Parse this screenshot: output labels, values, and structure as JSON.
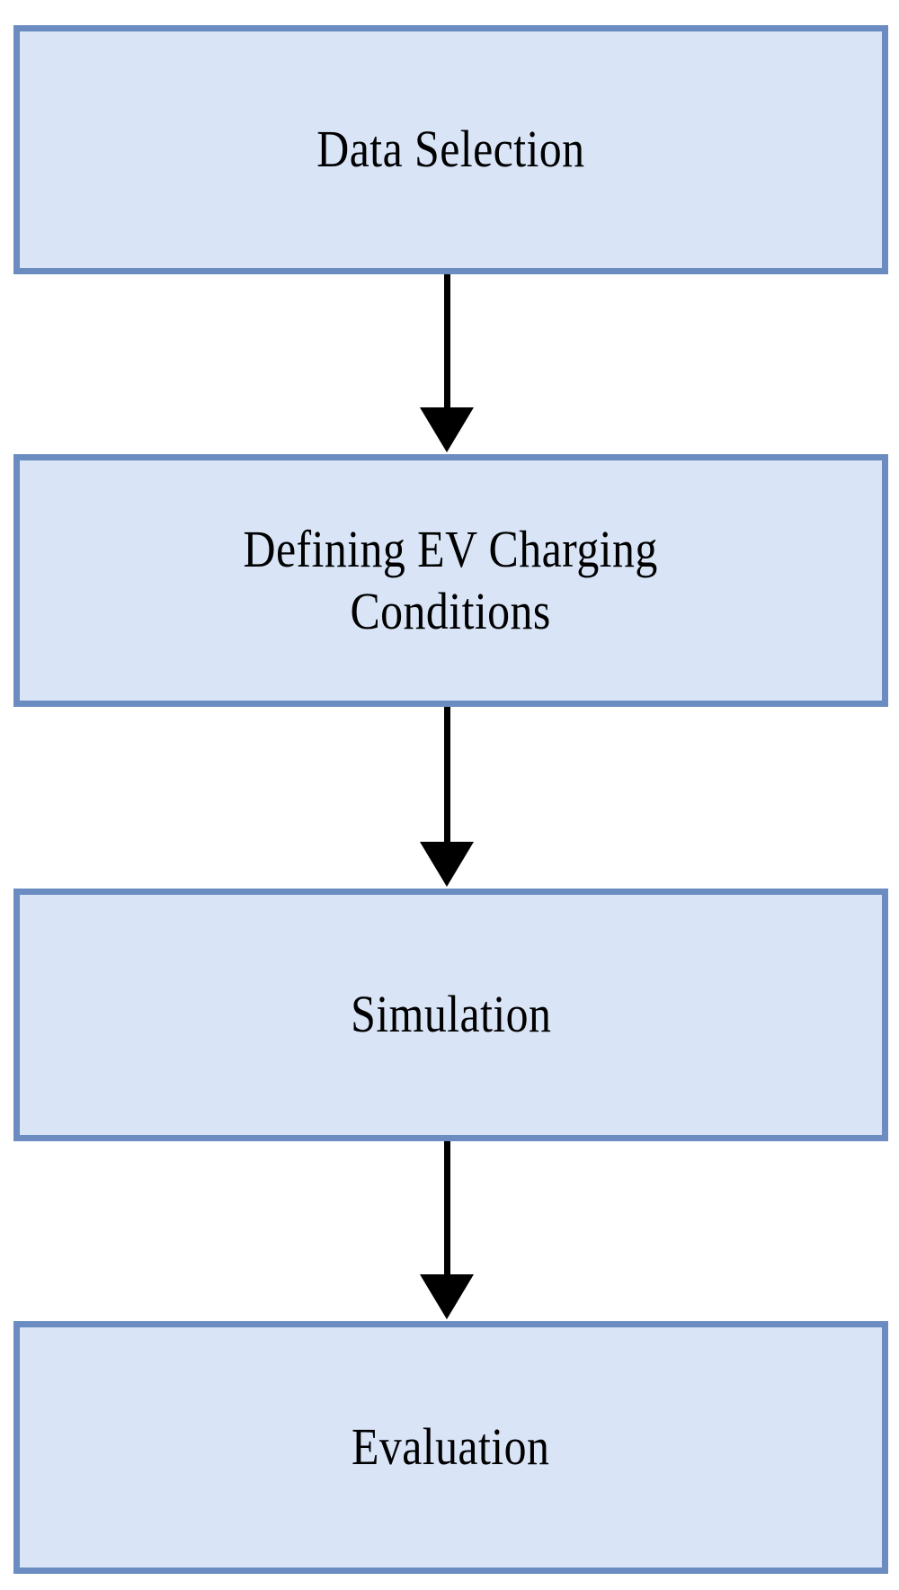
{
  "diagram": {
    "type": "flowchart",
    "orientation": "vertical-top-to-bottom",
    "background_color": "#ffffff",
    "node_fill_color": "#d9e5f7",
    "node_border_color": "#6a8cc0",
    "connector_color": "#000000",
    "nodes": [
      {
        "id": "node-1",
        "label": "Data Selection"
      },
      {
        "id": "node-2",
        "label": "Defining EV Charging\nConditions"
      },
      {
        "id": "node-3",
        "label": "Simulation"
      },
      {
        "id": "node-4",
        "label": "Evaluation"
      }
    ],
    "edges": [
      {
        "id": "edge-1",
        "from": "node-1",
        "to": "node-2",
        "style": "solid-arrow-down"
      },
      {
        "id": "edge-2",
        "from": "node-2",
        "to": "node-3",
        "style": "solid-arrow-down"
      },
      {
        "id": "edge-3",
        "from": "node-3",
        "to": "node-4",
        "style": "solid-arrow-down"
      }
    ]
  }
}
